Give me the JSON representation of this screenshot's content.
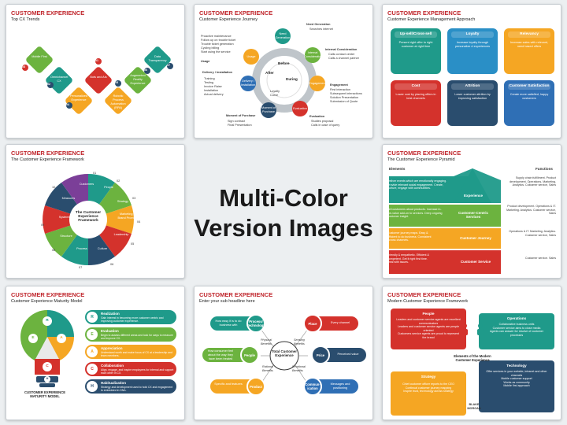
{
  "center": {
    "line1": "Multi-Color",
    "line2": "Version Images"
  },
  "colors": {
    "title_red": "#c0272d",
    "teal": "#1f9a8a",
    "green": "#6cb33f",
    "orange": "#f5a623",
    "red": "#d4322c",
    "navy": "#2a4d6e",
    "blue": "#2f6fb5",
    "purple": "#7b3f98"
  },
  "slide_heading": "CUSTOMER EXPERIENCE",
  "s1": {
    "subtitle": "Top CX Trends",
    "items": [
      {
        "num": "01",
        "label": "Bots and AIs"
      },
      {
        "num": "02",
        "label": "Omnichannel CX"
      },
      {
        "num": "03",
        "label": "Mobile First"
      },
      {
        "num": "04",
        "label": "Personalized Experience"
      },
      {
        "num": "05",
        "label": "Robotic Process Automation (RPA)"
      },
      {
        "num": "06",
        "label": "Augmented Reality Experience"
      },
      {
        "num": "07",
        "label": "Data Transparency"
      }
    ]
  },
  "s2": {
    "subtitle": "Customer Experience Journey",
    "stages": [
      "Need Generation",
      "Internal Consideration",
      "Engagement",
      "Evaluation",
      "Moment of Purchase",
      "Delivery / Installation",
      "Usage"
    ],
    "center": {
      "before": "Before",
      "during": "During",
      "after": "After",
      "loyalty": "Loyalty Curve"
    },
    "need_items": [
      "Searches internet"
    ],
    "internal_items": [
      "Calls contact center",
      "Calls a channel partner"
    ],
    "engagement_items": [
      "First interaction",
      "Subsequent interactions",
      "Solution Presentation",
      "Submission of Quote"
    ],
    "evaluation_items": [
      "Studies proposal",
      "Calls in case of query"
    ],
    "purchase_items": [
      "Sign contract",
      "Final Presentation"
    ],
    "delivery_items": [
      "Training",
      "Testing",
      "Invoice Raise",
      "Installation",
      "Actual delivery"
    ],
    "usage_items": [
      "Proactive maintenance",
      "Follow up on trouble ticket",
      "Trouble ticket generation",
      "Cycling billing",
      "Start using the service"
    ],
    "headers": {
      "need": "Need Generation",
      "internal": "Internal Consideration",
      "engagement": "Engagement",
      "evaluation": "Evaluation",
      "purchase": "Moment of Purchase",
      "delivery": "Delivery / Installation",
      "usage": "Usage"
    }
  },
  "s3": {
    "subtitle": "Customer Experience Management Approach",
    "cards": [
      {
        "title": "Up-sell/Cross-sell",
        "body": "Present right offer to right customer at right time",
        "color": "#1f9a8a"
      },
      {
        "title": "Loyalty",
        "body": "Increase loyalty through personalize d experiences",
        "color": "#2a8fc6"
      },
      {
        "title": "Relevancy",
        "body": "Increase sales with relevant, need based offers",
        "color": "#f5a623"
      },
      {
        "title": "Cost",
        "body": "Lower cost by placing offers in best channels",
        "color": "#d4322c"
      },
      {
        "title": "Attrition",
        "body": "Lower customer attrition by improving satisfaction",
        "color": "#2a4d6e"
      },
      {
        "title": "Customer Satisfaction",
        "body": "Create more satisfied, happy customers",
        "color": "#2f6fb5"
      }
    ]
  },
  "s4": {
    "subtitle": "The Customer Experience Framework",
    "hub": "The Customer Experience Framework",
    "segments": [
      {
        "num": "01",
        "label": "Customers"
      },
      {
        "num": "02",
        "label": "People"
      },
      {
        "num": "03",
        "label": "Strategy"
      },
      {
        "num": "04",
        "label": "Marketing & Brand Promise"
      },
      {
        "num": "05",
        "label": "Leadership"
      },
      {
        "num": "06",
        "label": "Culture"
      },
      {
        "num": "07",
        "label": "Process"
      },
      {
        "num": "08",
        "label": "Structure"
      },
      {
        "num": "09",
        "label": "Systems"
      },
      {
        "num": "10",
        "label": "Measures"
      }
    ]
  },
  "s5": {
    "subtitle": "The Customer Experience Pyramid",
    "col_left": "Elements",
    "col_right": "Functions",
    "levels": [
      {
        "name": "Experience",
        "left": "Deliver events which are emotionally engaging. Provide relevant social engagement. Create, nurture, engage with communities.",
        "right": "Supply chain fulfillment. Product development. Operations, Marketing, Analytics. Customer service, Sales"
      },
      {
        "name": "Customer-Centric Services",
        "left": "Tell customers about products. Increase in-the-value add-on to services. Deep ongoing customer insight.",
        "right": "Product development. Operations & IT. Marketing. Analytics. Customer service, Sales"
      },
      {
        "name": "Customer Journey",
        "left": "Customer journey maps. Easy & efficient to do business. Consistent across channels.",
        "right": "Operations & IT. Marketing. Analytics. Customer service, Sales"
      },
      {
        "name": "Customer Service",
        "left": "Friendly & empathetic. Efficient & competent. Get it right first time. Deal with issues.",
        "right": "Customer service. Sales"
      }
    ]
  },
  "s6": {
    "subtitle": "Customer Experience Maturity Model",
    "bulb_letters": [
      "R",
      "E",
      "A",
      "C",
      "H"
    ],
    "caption": "CUSTOMER EXPERIENCE MATURITY MODEL",
    "rows": [
      {
        "letter": "R",
        "title": "Realization",
        "desc": "Gain interest in becoming more customer centric and improving customer experience.",
        "color": "#1f9a8a"
      },
      {
        "letter": "E",
        "title": "Evaluation",
        "desc": "Begin to assess different areas and look for ways to measure and improve CX.",
        "color": "#6cb33f"
      },
      {
        "letter": "A",
        "title": "Appreciation",
        "desc": "Understand worth and make focus of CX at a leadership and team members.",
        "color": "#f5a623"
      },
      {
        "letter": "C",
        "title": "Collaboration",
        "desc": "Align, engage, and inspire employees for internal and support each other in CX.",
        "color": "#d4322c"
      },
      {
        "letter": "H",
        "title": "Habitualization",
        "desc": "Strategy and development used to hold CX and engagement to embedded in DNA.",
        "color": "#2a4d6e"
      }
    ]
  },
  "s7": {
    "subtitle": "Enter your sub headline here",
    "hub": "Total Customer Experience",
    "left": [
      {
        "pill": "How easy it is to do business with",
        "circle": "Process/ Technology",
        "color": "#1f9a8a",
        "tag": "Physical Benefits"
      },
      {
        "pill": "How consumer feel about the way they have been treated",
        "circle": "People",
        "color": "#6cb33f",
        "tag": "Rational Benefits"
      },
      {
        "pill": "Specific and features",
        "circle": "Product",
        "color": "#f5a623",
        "tag": ""
      }
    ],
    "right": [
      {
        "pill": "Every channel",
        "circle": "Place",
        "color": "#d4322c",
        "tag": "Sensing Benefits"
      },
      {
        "pill": "Perceived value",
        "circle": "Price",
        "color": "#2a4d6e",
        "tag": "Emotional Benefits"
      },
      {
        "pill": "Messages and positioning",
        "circle": "Commun-ication",
        "color": "#2f6fb5",
        "tag": ""
      }
    ]
  },
  "s8": {
    "subtitle": "Modern Customer Experience Framework",
    "people": {
      "title": "People",
      "lines": [
        "Leaders and customer service agents are excellent communicators",
        "Leaders and customer service agents are people oriented",
        "Customers service agents are proud to represent the brand"
      ]
    },
    "operations": {
      "title": "Operations",
      "lines": [
        "Collaborative business units",
        "Customer service aims to close media",
        "Agents can answer for resolve of customer processes"
      ]
    },
    "strategy": {
      "title": "Strategy",
      "lines": [
        "Chief customer officer reports to the CEO",
        "Continual customer journey mapping",
        "Inspire trust, technology across strategy"
      ]
    },
    "technology": {
      "title": "Technology",
      "lines": [
        "Offer services in your website, intranet and other channels",
        "Mobile customer support",
        "Works as community",
        "Mobile first approach"
      ]
    },
    "center": "Elements of the Modern Customer Experience",
    "credit": "BLAKE MORGAN"
  }
}
